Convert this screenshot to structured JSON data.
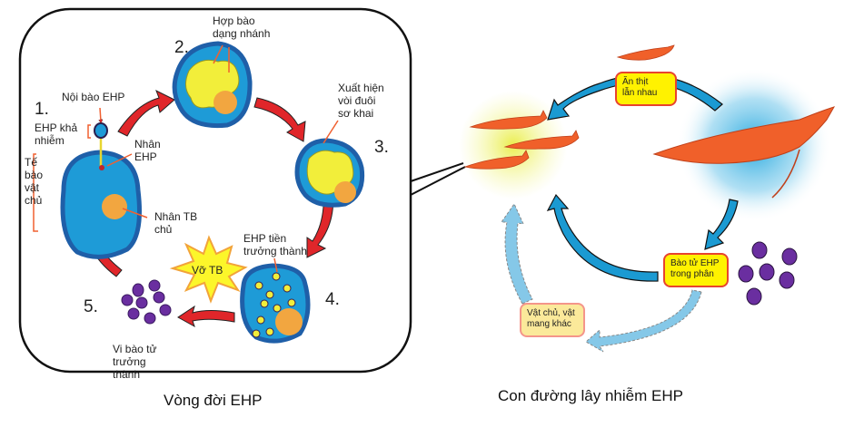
{
  "lifecycle": {
    "caption": "Vòng đời EHP",
    "stages": [
      {
        "number": "1.",
        "labels": [
          "Nội bào EHP",
          "EHP khả\nnhiễm",
          "Tế\nbào\nvật\nchủ",
          "Nhân\nEHP",
          "Nhân TB\nchủ"
        ]
      },
      {
        "number": "2.",
        "labels": [
          "Hợp bào\ndạng nhánh"
        ]
      },
      {
        "number": "3.",
        "labels": [
          "Xuất hiện\nvòi đuôi\nsơ khai"
        ]
      },
      {
        "number": "4.",
        "labels": [
          "EHP tiền\ntrưởng thành"
        ]
      },
      {
        "number": "5.",
        "labels": [
          "Vi bào tử\ntrưởng\nthành"
        ]
      }
    ],
    "burst_label": "Vỡ TB"
  },
  "transmission": {
    "caption": "Con đường lây nhiễm EHP",
    "boxes": {
      "cannibalism": "Ăn thịt\nlẫn nhau",
      "spores_in_feces": "Bào tử EHP\ntrong phân",
      "other_hosts": "Vật chủ, vật\nmang khác"
    }
  },
  "colors": {
    "cell_blue": "#1e9bd7",
    "cell_border": "#1f5fa8",
    "nucleus": "#f2a640",
    "plasmodium": "#f2ee3a",
    "arrow_red": "#e0262a",
    "arrow_blue": "#1b9ad2",
    "arrow_light_blue": "#85c8e8",
    "spore_purple": "#6a2ea0",
    "shrimp": "#f0602a",
    "box_yellow": "#fff200",
    "box_border_red": "#e8432e"
  }
}
